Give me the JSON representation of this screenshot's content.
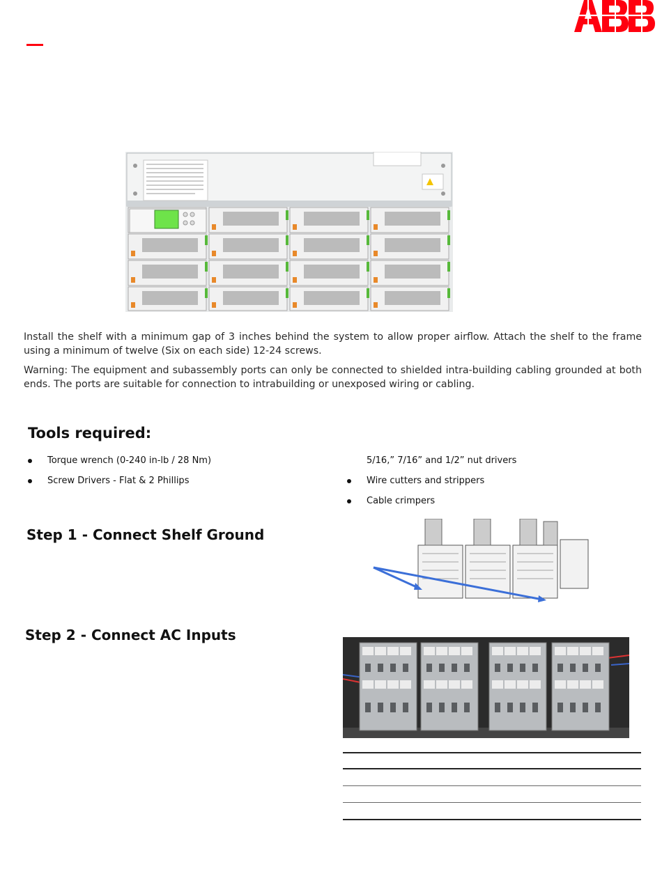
{
  "brand": {
    "logo_text": "ABB",
    "accent_color": "#ff000f"
  },
  "paragraphs": {
    "install": "Install the shelf with a minimum gap of 3 inches behind the system to allow proper airflow. Attach the shelf to the frame using a minimum of twelve (Six on each side) 12-24 screws.",
    "warning_label": "Warning",
    "warning_text": ": The equipment and subassembly ports can only be connected to shielded intra-building cabling grounded at both ends. The ports are suitable for connection to intrabuilding or unexposed wiring or cabling."
  },
  "tools": {
    "heading": "Tools required:",
    "items": [
      {
        "label": "Torque wrench (0-240 in-lb / 28 Nm)",
        "bullet": true
      },
      {
        "label": "Screw Drivers - Flat & 2 Phillips",
        "bullet": true
      },
      {
        "label": "5/16,” 7/16” and 1/2” nut drivers",
        "bullet": false
      },
      {
        "label": "Wire cutters and strippers",
        "bullet": true
      },
      {
        "label": "Cable crimpers",
        "bullet": true
      }
    ]
  },
  "steps": [
    {
      "heading": "Step 1 - Connect Shelf Ground"
    },
    {
      "heading": "Step 2 - Connect AC Inputs"
    }
  ]
}
